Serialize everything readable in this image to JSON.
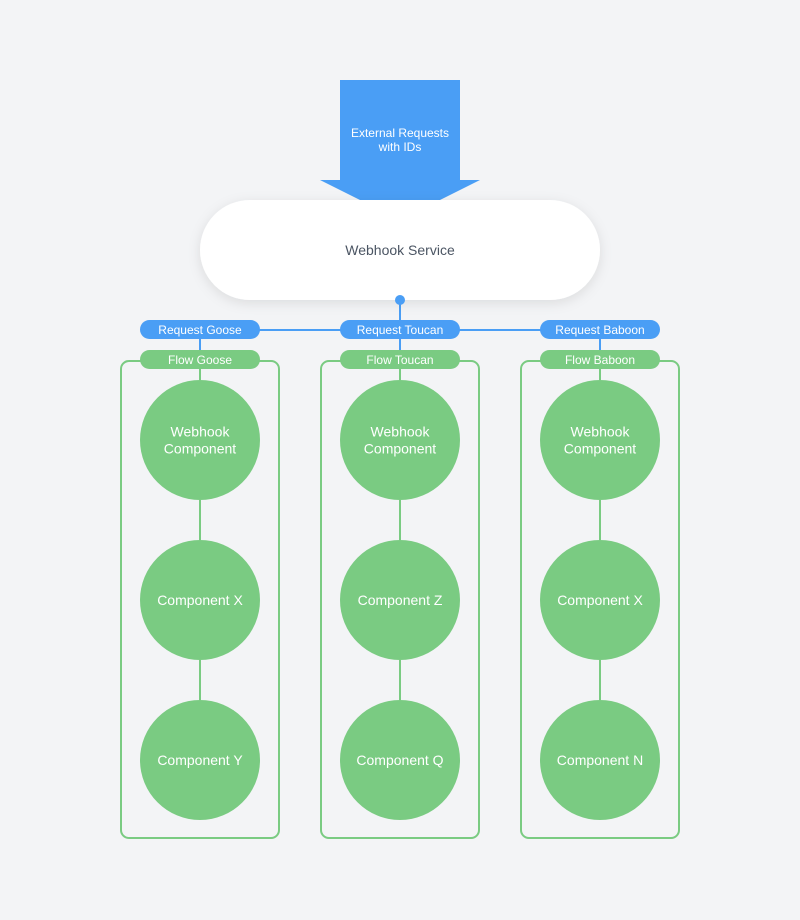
{
  "arrow": {
    "label_lines": [
      "External Requests",
      "with IDs"
    ],
    "color": "#4a9ef5"
  },
  "service": {
    "label": "Webhook Service"
  },
  "colors": {
    "blue": "#4a9ef5",
    "green": "#7acb82",
    "green_border": "#7acb82",
    "text_dark": "#4b5563",
    "text_light": "#ffffff"
  },
  "columns": [
    {
      "request_label": "Request Goose",
      "flow_label": "Flow Goose",
      "nodes": [
        [
          "Webhook",
          "Component"
        ],
        [
          "Component X"
        ],
        [
          "Component Y"
        ]
      ]
    },
    {
      "request_label": "Request Toucan",
      "flow_label": "Flow Toucan",
      "nodes": [
        [
          "Webhook",
          "Component"
        ],
        [
          "Component Z"
        ],
        [
          "Component Q"
        ]
      ]
    },
    {
      "request_label": "Request Baboon",
      "flow_label": "Flow Baboon",
      "nodes": [
        [
          "Webhook",
          "Component"
        ],
        [
          "Component X"
        ],
        [
          "Component N"
        ]
      ]
    }
  ]
}
